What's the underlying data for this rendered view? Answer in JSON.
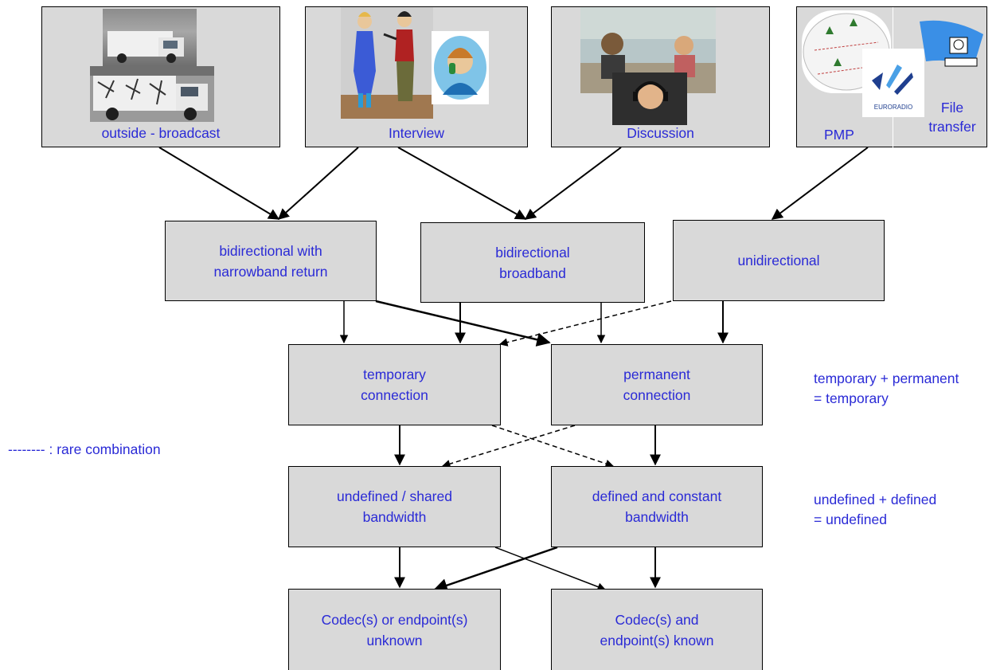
{
  "colors": {
    "text": "#2a2ad6",
    "box_fill": "#d9d9d9",
    "box_border": "#000000"
  },
  "sources": {
    "outside_broadcast": "outside - broadcast",
    "interview": "Interview",
    "discussion": "Discussion",
    "pmp": "PMP",
    "file_transfer_1": "File",
    "file_transfer_2": "transfer",
    "euroradio": "EURORADIO"
  },
  "direction": {
    "narrowband_1": "bidirectional with",
    "narrowband_2": "narrowband return",
    "broadband_1": "bidirectional",
    "broadband_2": "broadband",
    "uni": "unidirectional"
  },
  "connection": {
    "temporary_1": "temporary",
    "temporary_2": "connection",
    "permanent_1": "permanent",
    "permanent_2": "connection"
  },
  "bandwidth": {
    "undefined_1": "undefined / shared",
    "undefined_2": "bandwidth",
    "defined_1": "defined and constant",
    "defined_2": "bandwidth"
  },
  "codec": {
    "unknown_1": "Codec(s) or endpoint(s)",
    "unknown_2": "unknown",
    "known_1": "Codec(s) and",
    "known_2": "endpoint(s) known"
  },
  "notes": {
    "connection_rule_1": "temporary + permanent",
    "connection_rule_2": "= temporary",
    "bandwidth_rule_1": "undefined + defined",
    "bandwidth_rule_2": "= undefined",
    "legend": "-------- : rare combination"
  }
}
